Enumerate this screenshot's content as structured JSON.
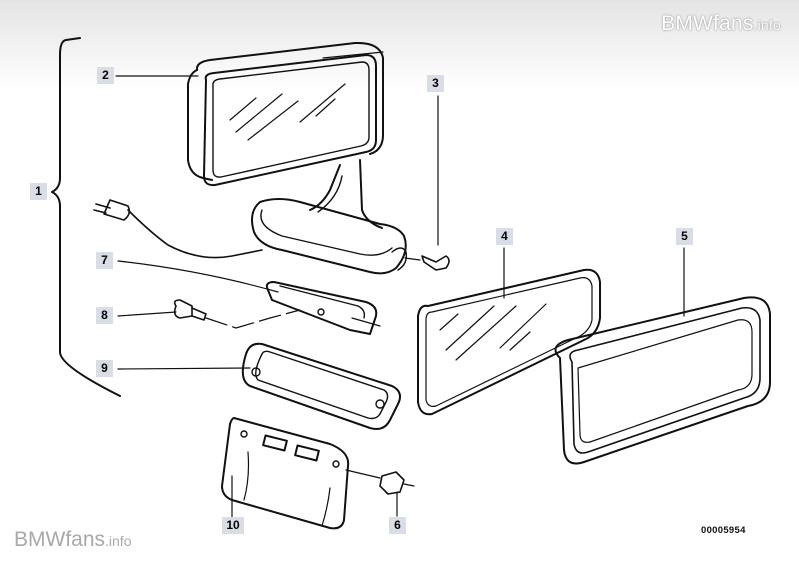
{
  "watermark": {
    "top_name": "BMWfans",
    "top_suffix": ".info",
    "bottom_name": "BMWfans",
    "bottom_suffix": ".info"
  },
  "diagram_number": "00005954",
  "callouts": {
    "c1": "1",
    "c2": "2",
    "c3": "3",
    "c4": "4",
    "c5": "5",
    "c6": "6",
    "c7": "7",
    "c8": "8",
    "c9": "9",
    "c10": "10"
  },
  "colors": {
    "line": "#111111",
    "callout_bg": "#d8dde6"
  }
}
